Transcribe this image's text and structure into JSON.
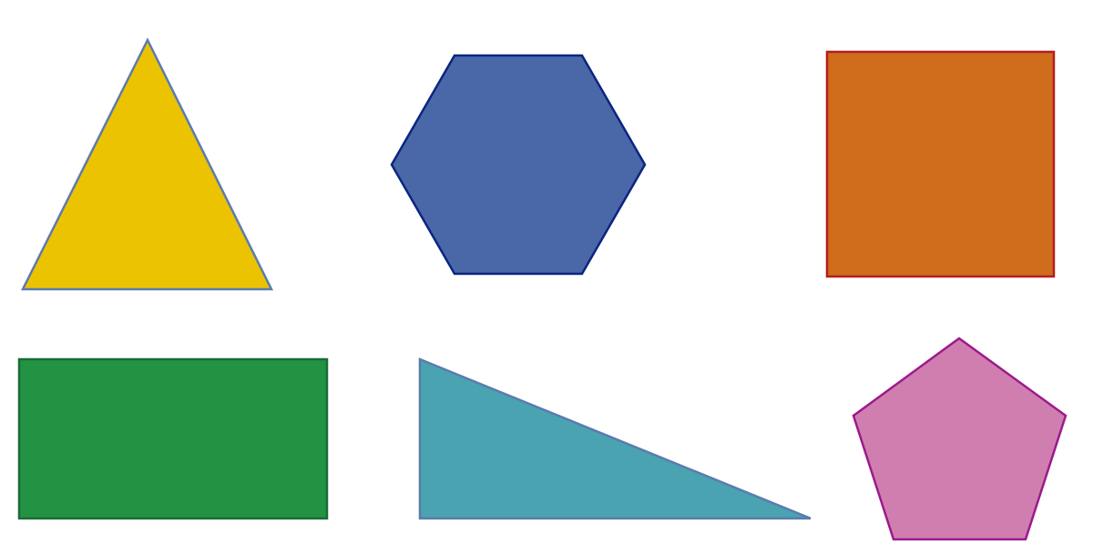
{
  "shapes": [
    {
      "kind": "triangle",
      "fill": "#ECC300",
      "stroke": "#5B7BAF"
    },
    {
      "kind": "hexagon",
      "fill": "#4A67A8",
      "stroke": "#0B2580"
    },
    {
      "kind": "square",
      "fill": "#CF6D1D",
      "stroke": "#B81C1C"
    },
    {
      "kind": "rectangle",
      "fill": "#229342",
      "stroke": "#1A6B38"
    },
    {
      "kind": "right-triangle",
      "fill": "#4AA3B0",
      "stroke": "#5B7BAF"
    },
    {
      "kind": "pentagon",
      "fill": "#D07EAF",
      "stroke": "#9C1A8C"
    }
  ]
}
